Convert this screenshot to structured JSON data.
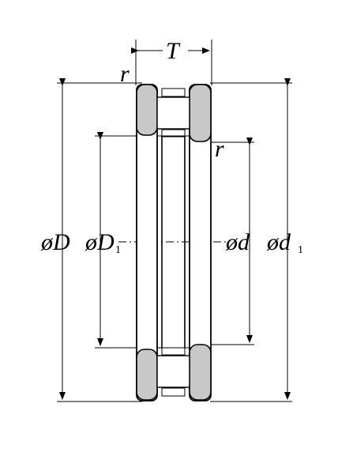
{
  "labels": {
    "T": "T",
    "r_top": "r",
    "r_right": "r",
    "phi_D": "øD",
    "phi_D1_main": "øD",
    "phi_D1_sub": "1",
    "phi_d": "ød",
    "phi_d1_main": "ød",
    "phi_d1_sub": "1"
  },
  "colors": {
    "fill_gray": "#c8c8c8",
    "stroke": "#000000",
    "background": "#ffffff"
  }
}
